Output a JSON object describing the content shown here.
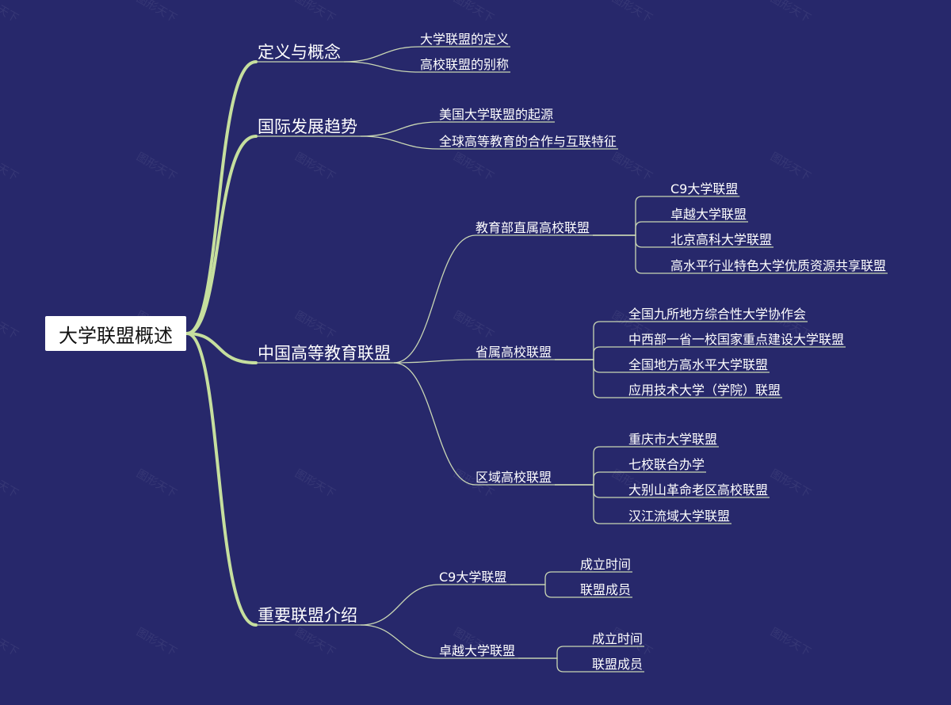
{
  "root": "大学联盟概述",
  "watermark": "图形天下",
  "colors": {
    "background": "#27286b",
    "main_branch": "#c6df9e",
    "sub_branch": "#c9d6b4",
    "text": "#ffffff"
  },
  "branches": [
    {
      "label": "定义与概念",
      "children": [
        {
          "label": "大学联盟的定义"
        },
        {
          "label": "高校联盟的别称"
        }
      ]
    },
    {
      "label": "国际发展趋势",
      "children": [
        {
          "label": "美国大学联盟的起源"
        },
        {
          "label": "全球高等教育的合作与互联特征"
        }
      ]
    },
    {
      "label": "中国高等教育联盟",
      "children": [
        {
          "label": "教育部直属高校联盟",
          "children": [
            {
              "label": "C9大学联盟"
            },
            {
              "label": "卓越大学联盟"
            },
            {
              "label": "北京高科大学联盟"
            },
            {
              "label": "高水平行业特色大学优质资源共享联盟"
            }
          ]
        },
        {
          "label": "省属高校联盟",
          "children": [
            {
              "label": "全国九所地方综合性大学协作会"
            },
            {
              "label": "中西部一省一校国家重点建设大学联盟"
            },
            {
              "label": "全国地方高水平大学联盟"
            },
            {
              "label": "应用技术大学（学院）联盟"
            }
          ]
        },
        {
          "label": "区域高校联盟",
          "children": [
            {
              "label": "重庆市大学联盟"
            },
            {
              "label": "七校联合办学"
            },
            {
              "label": "大别山革命老区高校联盟"
            },
            {
              "label": "汉江流域大学联盟"
            }
          ]
        }
      ]
    },
    {
      "label": "重要联盟介绍",
      "children": [
        {
          "label": "C9大学联盟",
          "children": [
            {
              "label": "成立时间"
            },
            {
              "label": "联盟成员"
            }
          ]
        },
        {
          "label": "卓越大学联盟",
          "children": [
            {
              "label": "成立时间"
            },
            {
              "label": "联盟成员"
            }
          ]
        }
      ]
    }
  ]
}
